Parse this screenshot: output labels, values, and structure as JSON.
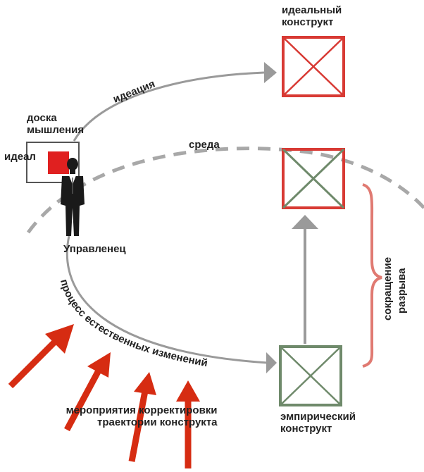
{
  "labels": {
    "ideal_construct": [
      "идеальный",
      "конструкт"
    ],
    "ideation": "идеация",
    "thinking_board": [
      "доска",
      "мышления"
    ],
    "ideal": "идеал",
    "environment": "среда",
    "manager": "Управленец",
    "gap_reduction": [
      "сокращение",
      "разрыва"
    ],
    "natural_change_process": "процесс естественных изменений",
    "correction_measures": [
      "мероприятия корректировки",
      "траектории конструкта"
    ],
    "empirical_construct": [
      "эмпирический",
      "конструкт"
    ]
  },
  "colors": {
    "red_box": "#d83a34",
    "green_box": "#6f8a6b",
    "gray_arrow": "#9a9a9a",
    "dashed_curve": "#a8a8a8",
    "red_arrow": "#d62c12",
    "brace": "#e07a72",
    "ideal_square": "#e02020",
    "text": "#222222"
  },
  "icons": {
    "person": "businessman-silhouette-icon"
  }
}
